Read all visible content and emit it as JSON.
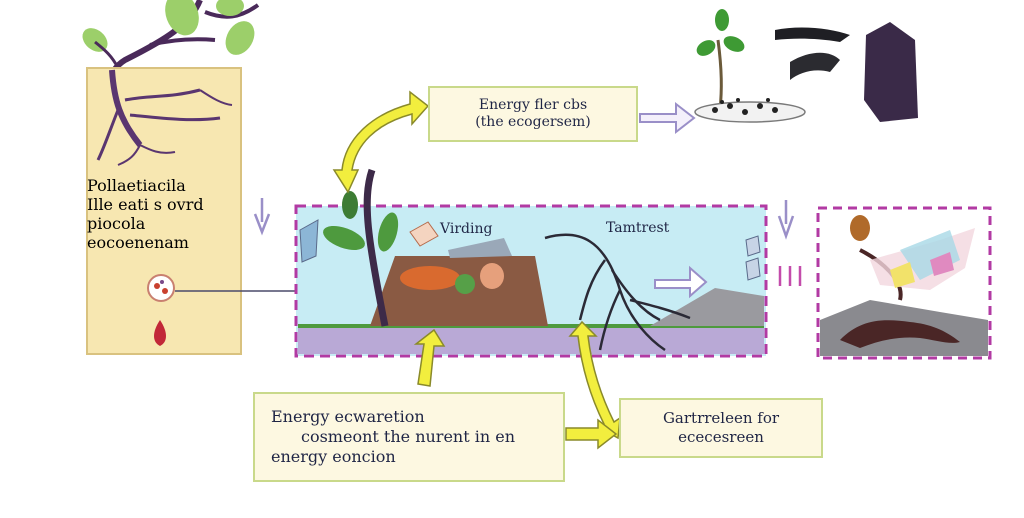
{
  "left_panel": {
    "lines": [
      "Pollaetiacila",
      "Ille eati s ovrd",
      "piocola",
      "eocoenenam"
    ]
  },
  "top_box": {
    "lines": [
      "Energy fler cbs",
      "(the ecogersem)"
    ]
  },
  "scene_labels": {
    "middle": "Virding",
    "right": "Tamtrest"
  },
  "bottom_left_box": {
    "lines": [
      "Energy ecwaretion",
      "cosmeont the nurent in en",
      "energy eoncion"
    ]
  },
  "bottom_right_box": {
    "lines": [
      "Gartrreleen for",
      "ececesreen"
    ]
  },
  "colors": {
    "panel": "#f7e7b1",
    "label_box_fill": "#fdf8e1",
    "label_box_border": "#c9d98a",
    "dashed_frame": "#b23aa3",
    "yellow_arrow": "#f2ee3e",
    "purple_arrow": "#9a8fc8",
    "sky": "#c7ecf4",
    "ground": "#b9a9d6"
  }
}
